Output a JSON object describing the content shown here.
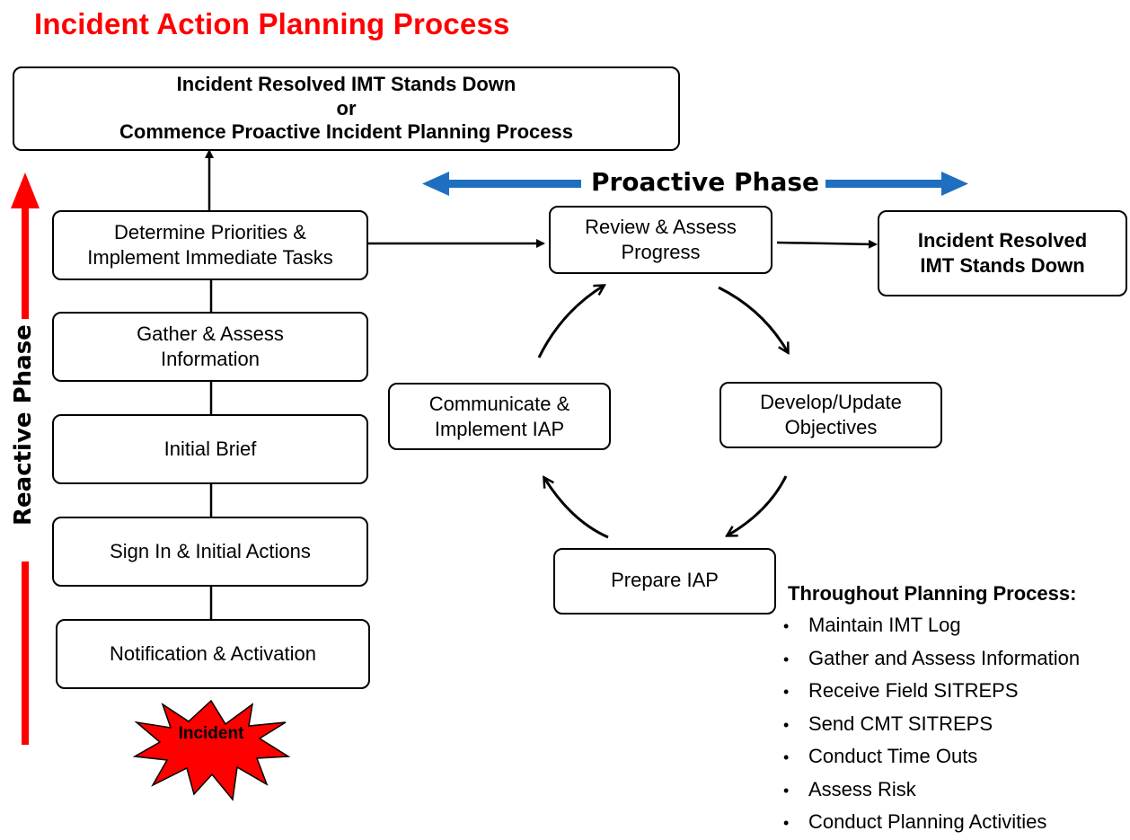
{
  "title": "Incident Action Planning Process",
  "top_box": {
    "line1": "Incident Resolved IMT Stands Down",
    "line2": "or",
    "line3": "Commence Proactive Incident Planning Process"
  },
  "proactive_phase_label": "Proactive Phase",
  "reactive_phase_label": "Reactive Phase",
  "reactive_steps": [
    {
      "line1": "Determine Priorities &",
      "line2": "Implement  Immediate Tasks"
    },
    {
      "line1": "Gather & Assess",
      "line2": "Information"
    },
    {
      "line1": "Initial Brief"
    },
    {
      "line1": "Sign In & Initial Actions"
    },
    {
      "line1": "Notification & Activation"
    }
  ],
  "incident_label": "Incident",
  "cycle": {
    "review": {
      "line1": "Review & Assess",
      "line2": "Progress"
    },
    "develop": {
      "line1": "Develop/Update",
      "line2": "Objectives"
    },
    "prepare": {
      "line1": "Prepare IAP"
    },
    "communicate": {
      "line1": "Communicate &",
      "line2": "Implement  IAP"
    }
  },
  "resolved_box": {
    "line1": "Incident Resolved",
    "line2": "IMT Stands Down"
  },
  "throughout": {
    "heading": "Throughout Planning Process:",
    "bullet": "•",
    "items": [
      "Maintain IMT Log",
      "Gather and Assess Information",
      "Receive Field SITREPS",
      "Send CMT SITREPS",
      "Conduct Time Outs",
      "Assess  Risk",
      "Conduct Planning Activities"
    ]
  },
  "colors": {
    "title_red": "#ff0000",
    "reactive_arrow_red": "#ff0000",
    "proactive_arrow_blue": "#1f6fc0",
    "starburst_fill": "#ff0000"
  }
}
